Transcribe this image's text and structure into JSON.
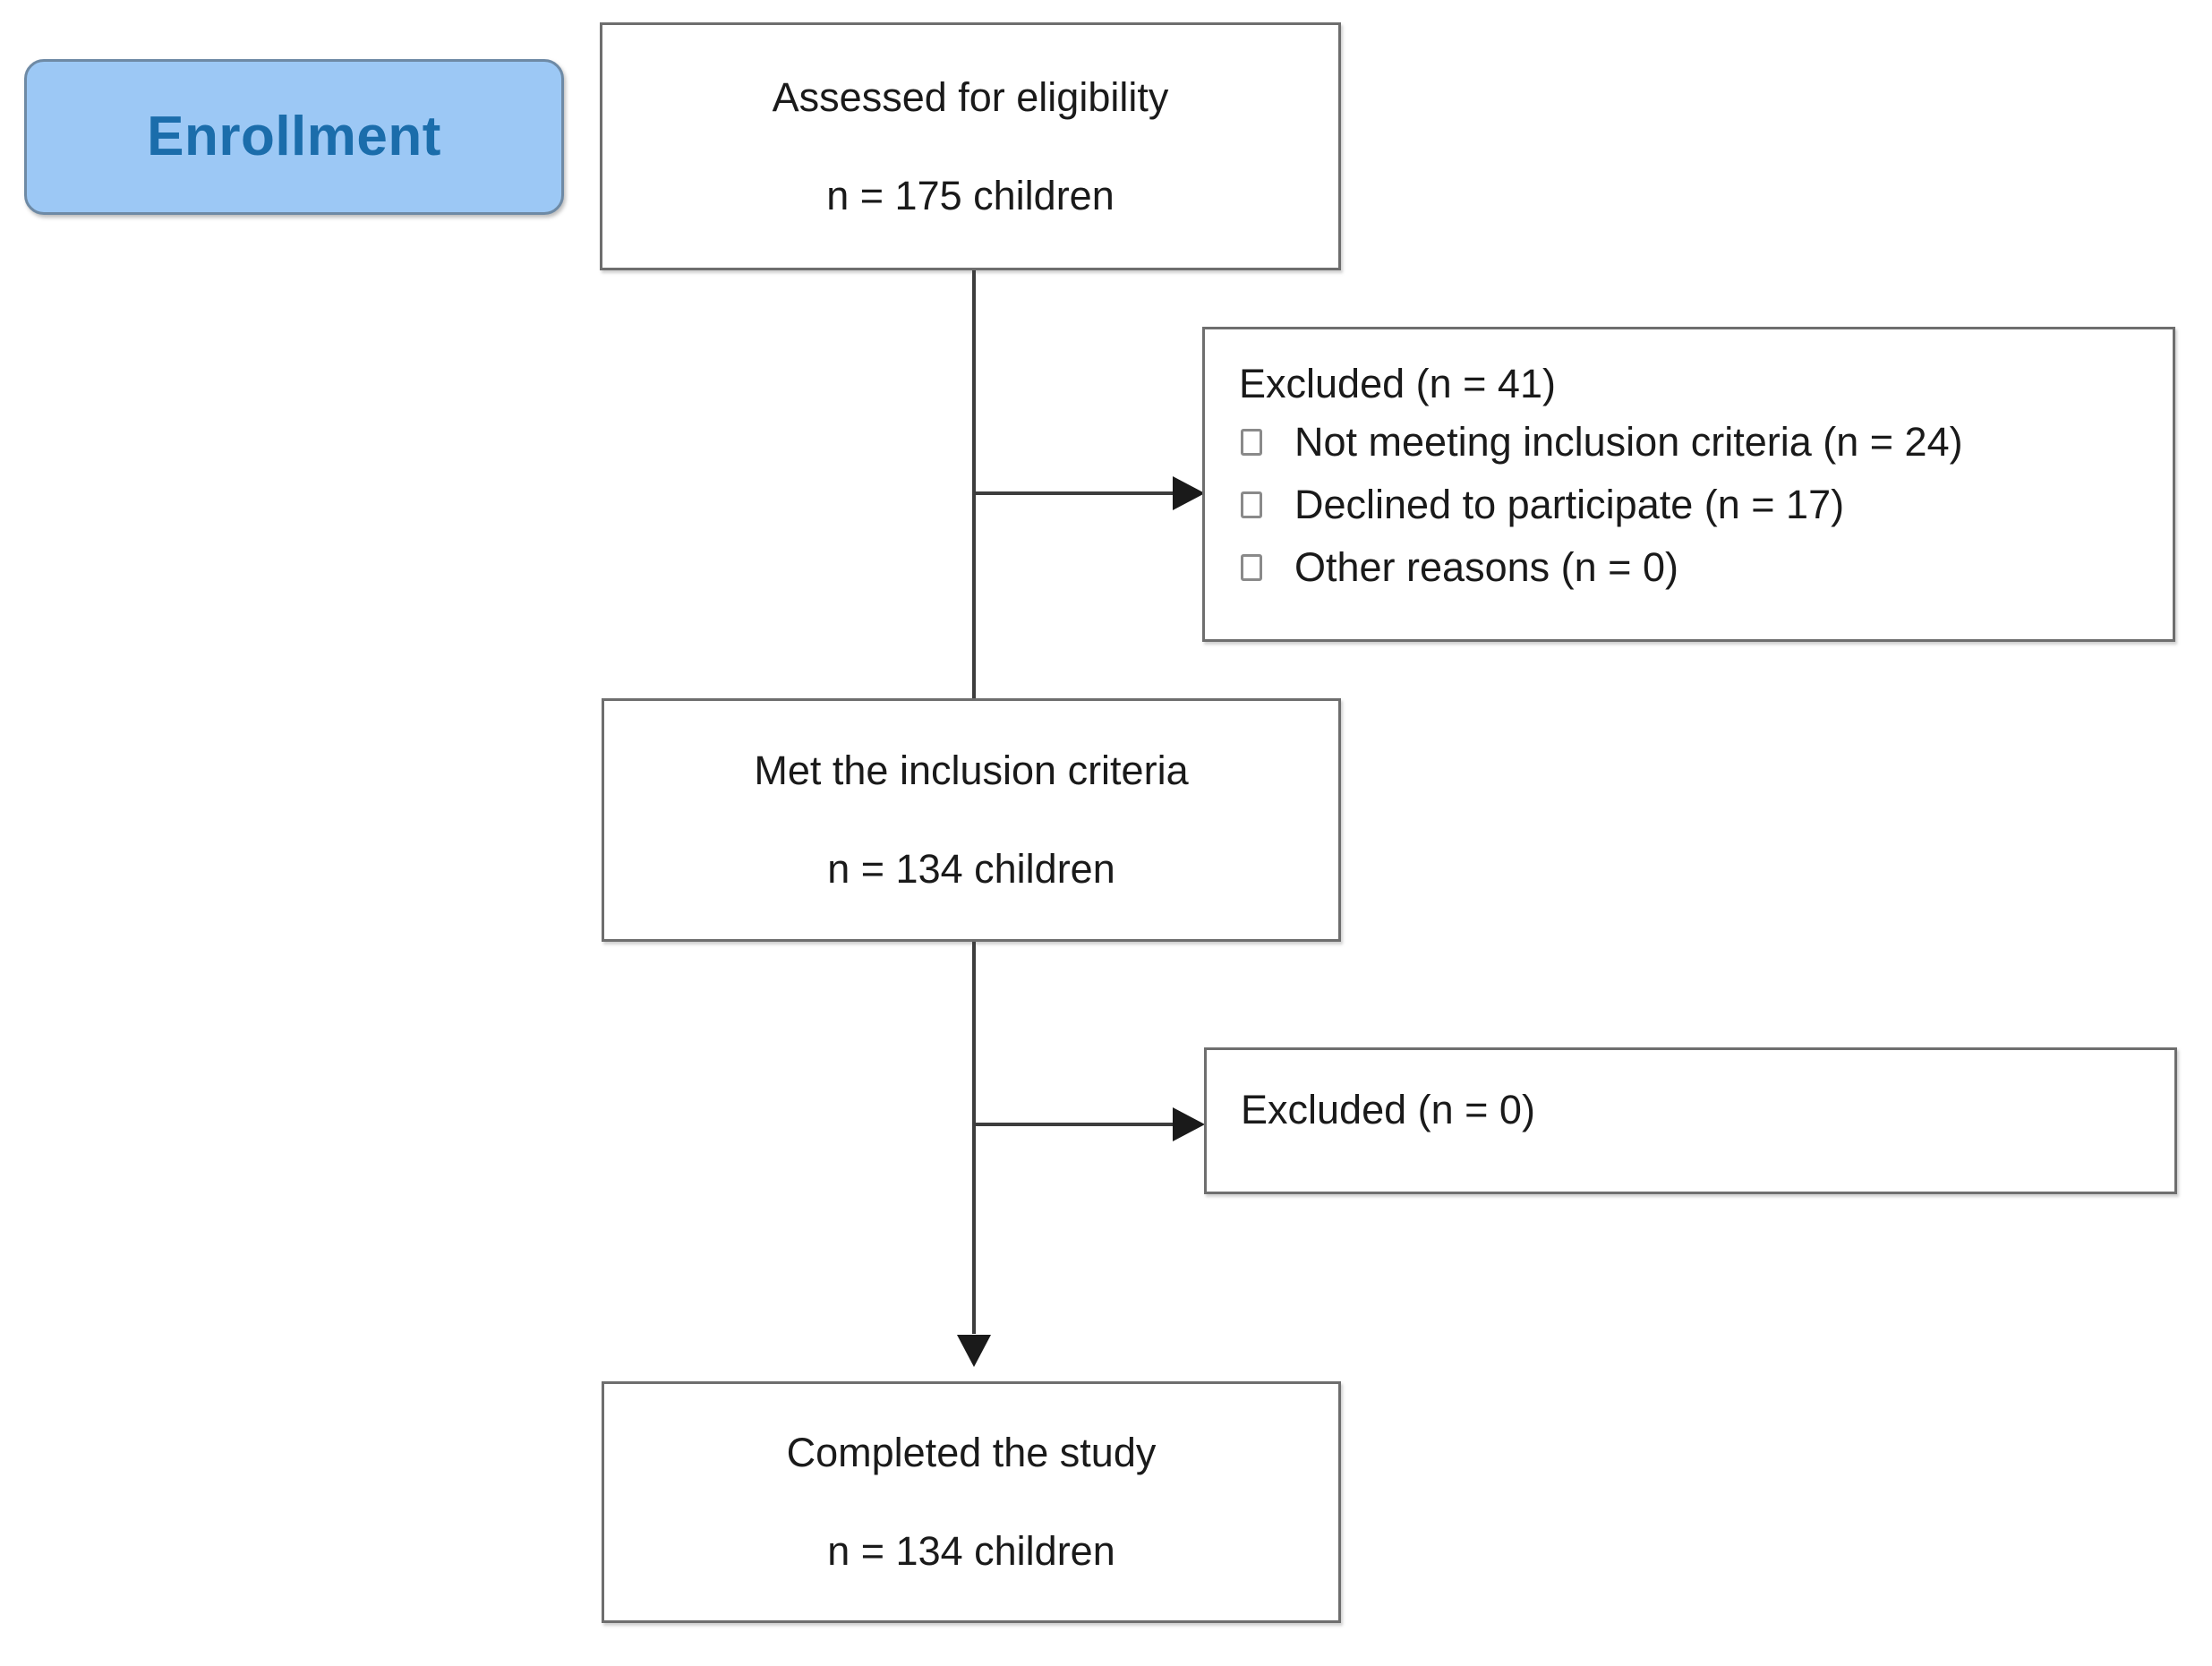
{
  "diagram": {
    "title": "CONSORT participant flow diagram",
    "colors": {
      "badge_fill": "#9CC8F5",
      "badge_border": "#6E8AA5",
      "badge_text": "#1B6DAB",
      "box_border": "#6E6E6E",
      "box_fill": "#FFFFFF",
      "text": "#1A1A1A",
      "connector": "#3D3D3D"
    },
    "stage_badge": {
      "label": "Enrollment"
    },
    "boxes": {
      "assessed": {
        "line1": "Assessed for eligibility",
        "line2": "n = 175 children"
      },
      "met_criteria": {
        "line1": "Met the inclusion criteria",
        "line2": "n = 134 children"
      },
      "completed": {
        "line1": "Completed the study",
        "line2": "n = 134 children"
      },
      "excluded_first": {
        "title": "Excluded (n = 41)",
        "items": [
          {
            "bullet": "square-bullet-icon",
            "label": "Not meeting inclusion criteria (n = 24)"
          },
          {
            "bullet": "square-bullet-icon",
            "label": "Declined to participate (n = 17)"
          },
          {
            "bullet": "square-bullet-icon",
            "label": "Other reasons (n = 0)"
          }
        ]
      },
      "excluded_second": {
        "title": "Excluded (n = 0)"
      }
    },
    "connectors": {
      "assessed_to_met": "vertical-line",
      "assessed_to_excluded": "right-arrow",
      "met_to_completed": "vertical-line",
      "met_to_excluded": "right-arrow",
      "into_completed": "down-arrow"
    }
  }
}
